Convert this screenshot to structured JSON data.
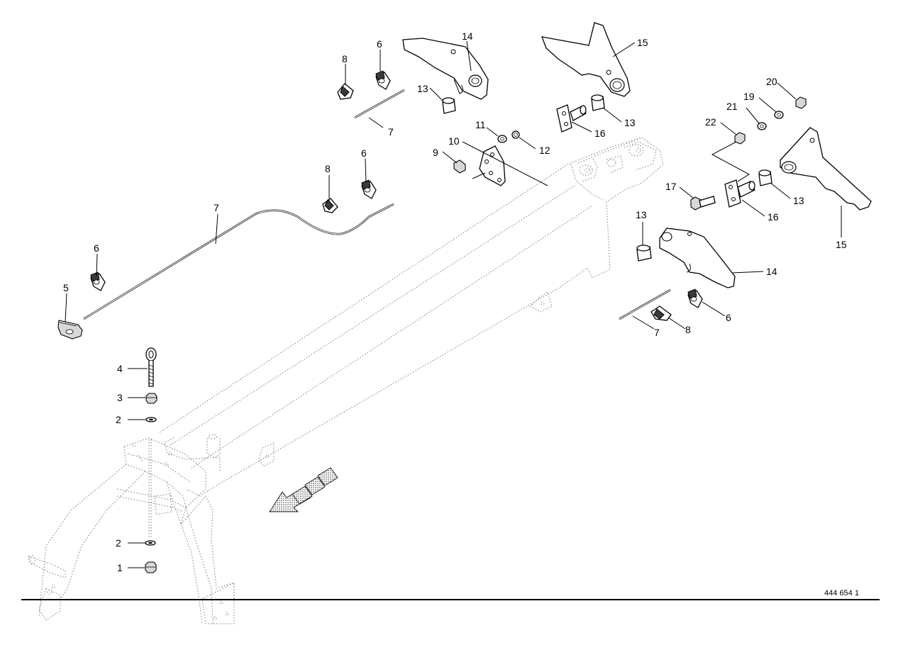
{
  "drawing_number": "444 654 1",
  "callouts": {
    "c1": "1",
    "c2a": "2",
    "c2b": "2",
    "c3": "3",
    "c4": "4",
    "c5": "5",
    "c6a": "6",
    "c6b": "6",
    "c6c": "6",
    "c6d": "6",
    "c7a": "7",
    "c7b": "7",
    "c7c": "7",
    "c8a": "8",
    "c8b": "8",
    "c8c": "8",
    "c9": "9",
    "c10": "10",
    "c11": "11",
    "c12": "12",
    "c13a": "13",
    "c13b": "13",
    "c13c": "13",
    "c13d": "13",
    "c14a": "14",
    "c14b": "14",
    "c15a": "15",
    "c15b": "15",
    "c16a": "16",
    "c16b": "16",
    "c17": "17",
    "c19": "19",
    "c20": "20",
    "c21": "21",
    "c22": "22"
  },
  "colors": {
    "line": "#000000",
    "ghost_outline": "#7a7a7a",
    "shading": "#d8d8d8"
  }
}
